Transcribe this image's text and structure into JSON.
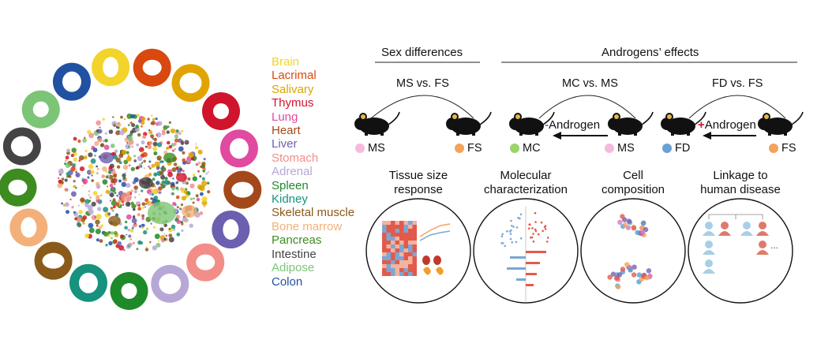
{
  "tissues": [
    {
      "name": "Brain",
      "color": "#f2d42a"
    },
    {
      "name": "Lacrimal",
      "color": "#d9480f"
    },
    {
      "name": "Salivary",
      "color": "#e0a400"
    },
    {
      "name": "Thymus",
      "color": "#d0142c"
    },
    {
      "name": "Lung",
      "color": "#e04aa0"
    },
    {
      "name": "Heart",
      "color": "#a3481a"
    },
    {
      "name": "Liver",
      "color": "#6b5fb0"
    },
    {
      "name": "Stomach",
      "color": "#f38d88"
    },
    {
      "name": "Adrenal",
      "color": "#b7a7d6"
    },
    {
      "name": "Spleen",
      "color": "#1f8a2a"
    },
    {
      "name": "Kidney",
      "color": "#16927e"
    },
    {
      "name": "Skeletal muscle",
      "color": "#8a5a1a"
    },
    {
      "name": "Bone marrow",
      "color": "#f3b07a"
    },
    {
      "name": "Pancreas",
      "color": "#3c8c1f"
    },
    {
      "name": "Intestine",
      "color": "#444444"
    },
    {
      "name": "Adipose",
      "color": "#7cc576"
    },
    {
      "name": "Colon",
      "color": "#2151a1"
    }
  ],
  "headers": {
    "sex_differences": "Sex differences",
    "androgens_effects": "Androgens’ effects"
  },
  "comparisons": [
    {
      "title": "MS vs. FS",
      "left": "MS",
      "right": "FS",
      "left_color": "#f6b9dc",
      "right_color": "#f5a25a"
    },
    {
      "title": "MC vs. MS",
      "left": "MC",
      "right": "MS",
      "left_color": "#9ad46a",
      "right_color": "#f6b9dc",
      "arrow_label": "Androgen",
      "sign": "-"
    },
    {
      "title": "FD vs. FS",
      "left": "FD",
      "right": "FS",
      "left_color": "#6aa0d2",
      "right_color": "#f5a25a",
      "arrow_label": "Androgen",
      "sign": "+"
    }
  ],
  "panels": [
    {
      "title": "Tissue size\nresponse"
    },
    {
      "title": "Molecular\ncharacterization"
    },
    {
      "title": "Cell\ncomposition"
    },
    {
      "title": "Linkage to\nhuman disease"
    }
  ],
  "ellipsis": "..."
}
